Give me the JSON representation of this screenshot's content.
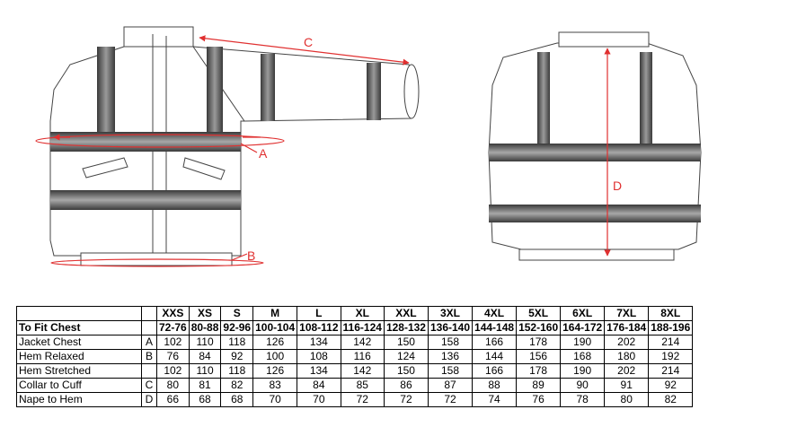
{
  "diagram": {
    "labels": {
      "a": "A",
      "b": "B",
      "c": "C",
      "d": "D"
    },
    "colors": {
      "measure": "#e03030",
      "tape": "#555555",
      "outline": "#444444"
    }
  },
  "table": {
    "sizes": [
      "XXS",
      "XS",
      "S",
      "M",
      "L",
      "XL",
      "XXL",
      "3XL",
      "4XL",
      "5XL",
      "6XL",
      "7XL",
      "8XL"
    ],
    "chest_label": "To Fit Chest",
    "chest": [
      "72-76",
      "80-88",
      "92-96",
      "100-104",
      "108-112",
      "116-124",
      "128-132",
      "136-140",
      "144-148",
      "152-160",
      "164-172",
      "176-184",
      "188-196"
    ],
    "rows": [
      {
        "label": "Jacket Chest",
        "code": "A",
        "values": [
          "102",
          "110",
          "118",
          "126",
          "134",
          "142",
          "150",
          "158",
          "166",
          "178",
          "190",
          "202",
          "214"
        ]
      },
      {
        "label": "Hem Relaxed",
        "code": "B",
        "values": [
          "76",
          "84",
          "92",
          "100",
          "108",
          "116",
          "124",
          "136",
          "144",
          "156",
          "168",
          "180",
          "192"
        ]
      },
      {
        "label": "Hem Stretched",
        "code": "",
        "values": [
          "102",
          "110",
          "118",
          "126",
          "134",
          "142",
          "150",
          "158",
          "166",
          "178",
          "190",
          "202",
          "214"
        ]
      },
      {
        "label": "Collar to Cuff",
        "code": "C",
        "values": [
          "80",
          "81",
          "82",
          "83",
          "84",
          "85",
          "86",
          "87",
          "88",
          "89",
          "90",
          "91",
          "92"
        ]
      },
      {
        "label": "Nape to Hem",
        "code": "D",
        "values": [
          "66",
          "68",
          "68",
          "70",
          "70",
          "72",
          "72",
          "72",
          "74",
          "76",
          "78",
          "80",
          "82"
        ]
      }
    ]
  }
}
